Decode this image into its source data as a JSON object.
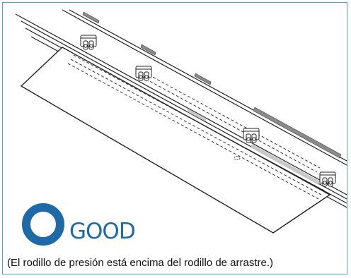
{
  "frame": {
    "border_color": "#4aa8c8"
  },
  "illustration": {
    "subject": "cutting-plotter-pinch-rollers-over-grit-rollers",
    "pinch_roller_count": 4
  },
  "status": {
    "symbol": "circle-ok-icon",
    "label": "GOOD",
    "color": "#1e6aa8"
  },
  "caption": "(El rodillo de presión está encima del rodillo de arrastre.)"
}
